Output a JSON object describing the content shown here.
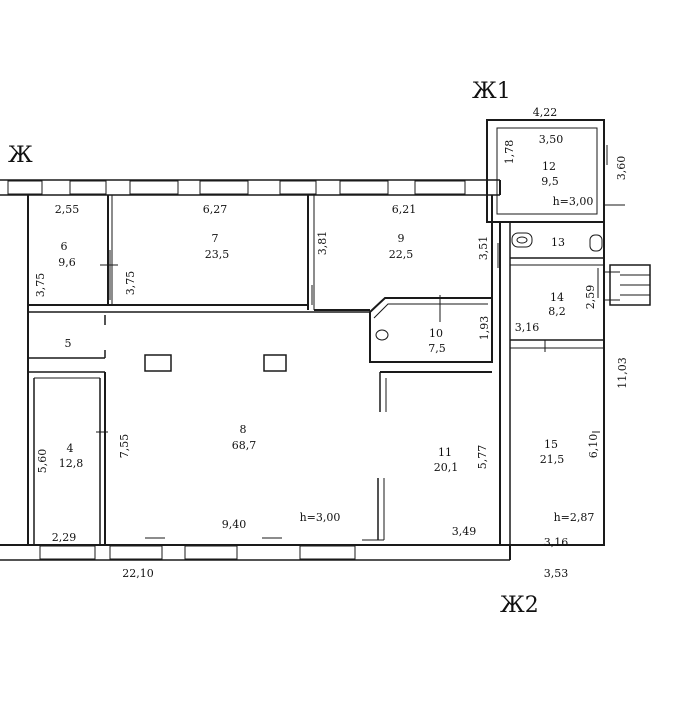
{
  "markers": {
    "zh": "Ж",
    "zh1": "Ж1",
    "zh2": "Ж2"
  },
  "rooms": [
    {
      "no": "6",
      "area": "9,6"
    },
    {
      "no": "7",
      "area": "23,5"
    },
    {
      "no": "9",
      "area": "22,5"
    },
    {
      "no": "12",
      "area": "9,5"
    },
    {
      "no": "13",
      "area": ""
    },
    {
      "no": "14",
      "area": "8,2"
    },
    {
      "no": "10",
      "area": "7,5"
    },
    {
      "no": "5",
      "area": ""
    },
    {
      "no": "8",
      "area": "68,7"
    },
    {
      "no": "11",
      "area": "20,1"
    },
    {
      "no": "4",
      "area": "12,8"
    },
    {
      "no": "15",
      "area": "21,5"
    }
  ],
  "dimensions": {
    "d_422": "4,22",
    "d_350": "3,50",
    "d_178": "1,78",
    "d_360_top": "3,60",
    "d_h300_top": "h=3,00",
    "d_255": "2,55",
    "d_627": "6,27",
    "d_621": "6,21",
    "d_381": "3,81",
    "d_351": "3,51",
    "d_375_a": "3,75",
    "d_375_b": "3,75",
    "d_259": "2,59",
    "d_193": "1,93",
    "d_316_mid": "3,16",
    "d_1103": "11,03",
    "d_560": "5,60",
    "d_755": "7,55",
    "d_577": "5,77",
    "d_610": "6,10",
    "d_229": "2,29",
    "d_940": "9,40",
    "d_h300_mid": "h=3,00",
    "d_349": "3,49",
    "d_h287": "h=2,87",
    "d_316_bot": "3,16",
    "d_2210": "22,10",
    "d_353": "3,53"
  }
}
